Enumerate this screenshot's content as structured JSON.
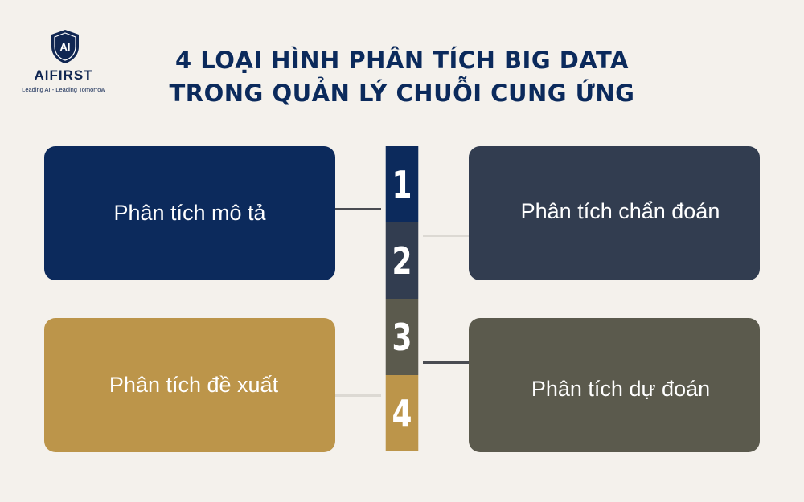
{
  "logo": {
    "mark": "AI",
    "name": "AIFIRST",
    "tagline": "Leading AI - Leading Tomorrow"
  },
  "title": {
    "line1": "4 LOẠI HÌNH PHÂN TÍCH BIG DATA",
    "line2": "TRONG QUẢN LÝ CHUỖI CUNG ỨNG"
  },
  "steps": [
    {
      "number": "1",
      "label": "Phân tích mô tả",
      "color": "#0c2a5c"
    },
    {
      "number": "2",
      "label": "Phân tích chẩn đoán",
      "color": "#323d50"
    },
    {
      "number": "3",
      "label": "Phân tích dự đoán",
      "color": "#5b5a4d"
    },
    {
      "number": "4",
      "label": "Phân tích đề xuất",
      "color": "#bc954a"
    }
  ],
  "colors": {
    "background": "#f4f1ec",
    "title": "#0b2a5c"
  }
}
